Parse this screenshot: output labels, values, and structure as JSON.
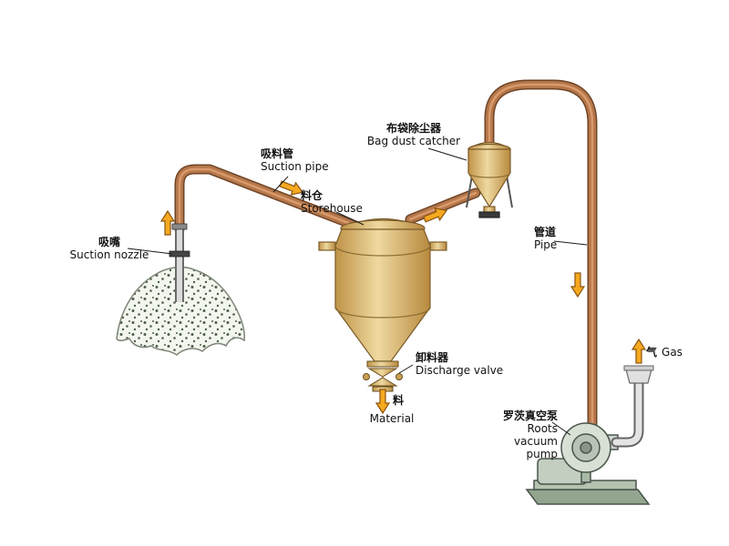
{
  "diagram": {
    "labels": {
      "suction_pipe": {
        "zh": "吸料管",
        "en": "Suction pipe"
      },
      "bag_dust_catcher": {
        "zh": "布袋除尘器",
        "en": "Bag dust catcher"
      },
      "storehouse": {
        "zh": "料仓",
        "en": "Storehouse"
      },
      "pipe": {
        "zh": "管道",
        "en": "Pipe"
      },
      "suction_nozzle": {
        "zh": "吸嘴",
        "en": "Suction nozzle"
      },
      "discharge_valve": {
        "zh": "卸料器",
        "en": "Discharge valve"
      },
      "material": {
        "zh": "料",
        "en": "Material"
      },
      "roots_vacuum_pump": {
        "zh": "罗茨真空泵",
        "en": "Roots vacuum pump"
      },
      "gas": {
        "zh": "气",
        "en": "Gas"
      }
    },
    "colors": {
      "pipe_copper": "#b5774a",
      "hopper_tan": "#d9b169",
      "arrow_orange": "#f6a91f",
      "pump_grey_green": "#9aa89a",
      "pile_speckle": "#4f5f4c",
      "background": "#ffffff"
    }
  }
}
